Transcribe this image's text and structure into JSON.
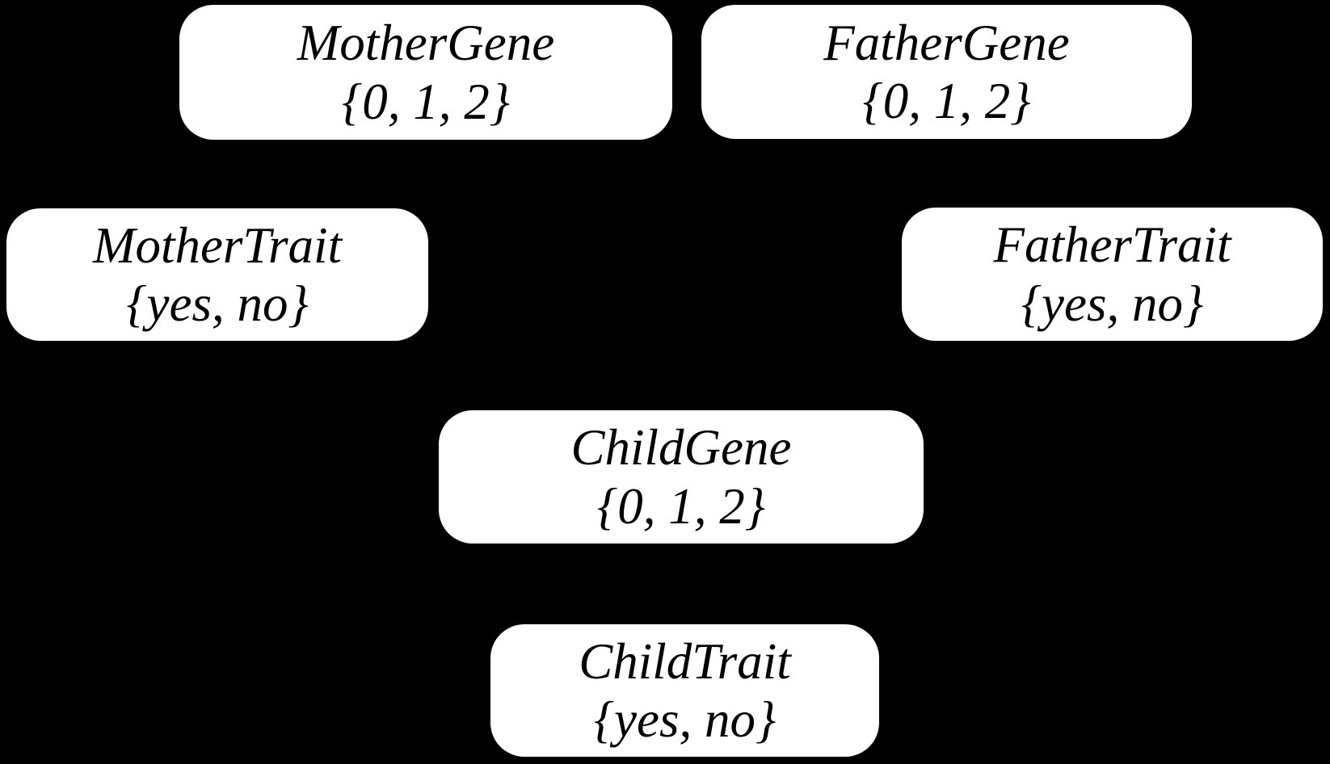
{
  "diagram": {
    "type": "bayesian-network",
    "background_color": "#000000",
    "node_fill_color": "#ffffff",
    "node_text_color": "#000000"
  },
  "nodes": [
    {
      "id": "mother-gene",
      "label": "MotherGene",
      "domain": "{0, 1, 2}"
    },
    {
      "id": "father-gene",
      "label": "FatherGene",
      "domain": "{0, 1, 2}"
    },
    {
      "id": "mother-trait",
      "label": "MotherTrait",
      "domain": "{yes, no}"
    },
    {
      "id": "father-trait",
      "label": "FatherTrait",
      "domain": "{yes, no}"
    },
    {
      "id": "child-gene",
      "label": "ChildGene",
      "domain": "{0, 1, 2}"
    },
    {
      "id": "child-trait",
      "label": "ChildTrait",
      "domain": "{yes, no}"
    }
  ]
}
